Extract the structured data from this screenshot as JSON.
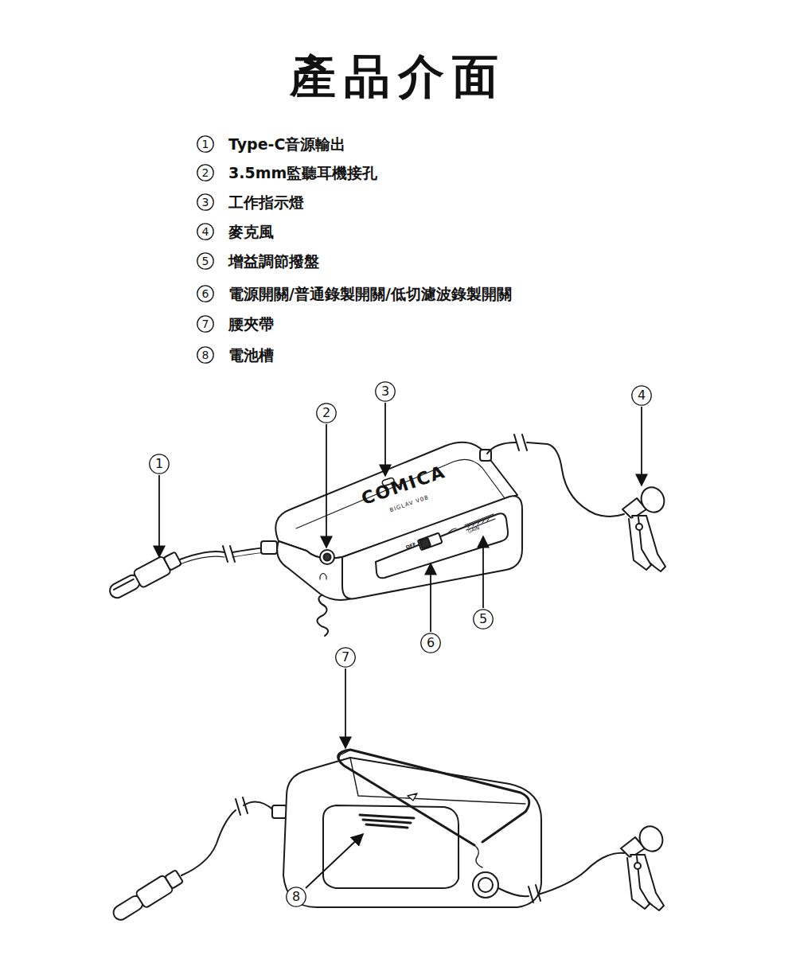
{
  "diagram": {
    "title": "產品介面",
    "nodes": [
      {
        "text": [
          "1"
        ]
      },
      {
        "text": [
          "2"
        ]
      },
      {
        "text": [
          "3"
        ]
      },
      {
        "text": [
          "4"
        ]
      },
      {
        "text": [
          "5"
        ]
      },
      {
        "text": [
          "6"
        ]
      },
      {
        "text": [
          "7"
        ]
      },
      {
        "text": [
          "8"
        ]
      },
      {
        "text": [
          "3"
        ]
      },
      {
        "text": [
          "4"
        ]
      },
      {
        "text": [
          "2"
        ]
      },
      {
        "text": [
          "1"
        ]
      },
      {
        "text": [
          "5"
        ]
      },
      {
        "text": [
          "6"
        ]
      },
      {
        "text": [
          "7"
        ]
      },
      {
        "text": [
          "8"
        ]
      }
    ],
    "labels": [
      "Type-C音源輸出",
      "3.5mm監聽耳機接孔",
      "工作指示燈",
      "麥克風",
      "增益調節撥盤",
      "電源開關/普通錄製開關/低切濾波錄製開關",
      "腰夾帶",
      "電池槽",
      "COMICA",
      "BIGLAV V08",
      "OFF",
      "GAIN"
    ]
  }
}
